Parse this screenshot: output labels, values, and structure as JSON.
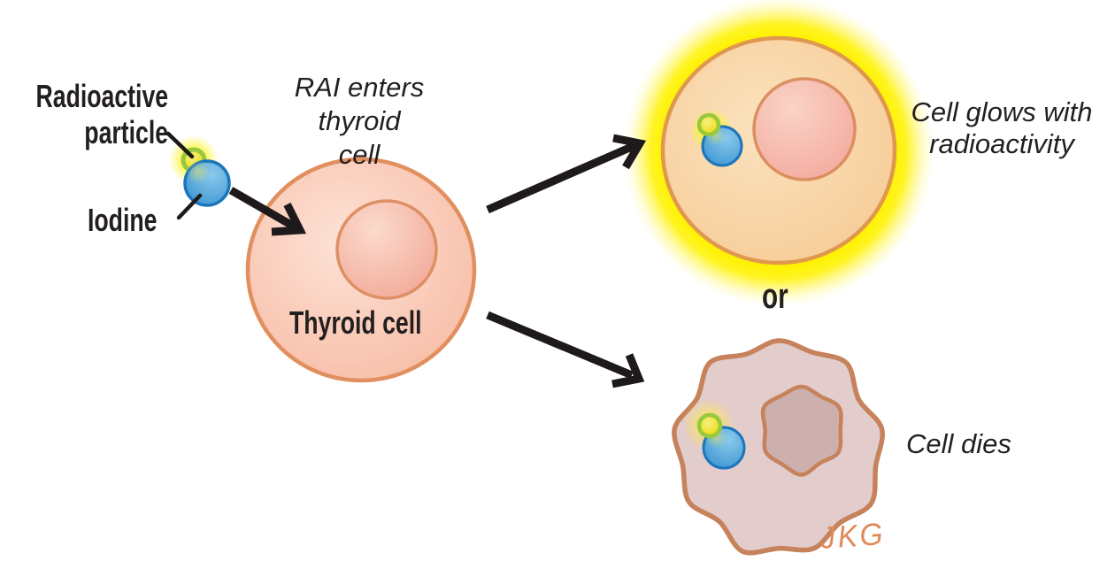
{
  "diagram": {
    "labels": {
      "radioactive_particle": "Radioactive\nparticle",
      "iodine": "Iodine",
      "rai_enters": "RAI enters\nthyroid cell",
      "thyroid_cell": "Thyroid cell",
      "or": "or",
      "cell_glows": "Cell glows with\nradioactivity",
      "cell_dies": "Cell dies",
      "signature": "JKG"
    },
    "colors": {
      "background": "#FFFFFF",
      "text": "#231F20",
      "arrow": "#1E1A1B",
      "thyroid_cell_fill": "#F8C0AB",
      "thyroid_cell_outline": "#E18F5E",
      "nucleus_fill": "#F4AE9D",
      "glowing_cell_fill": "#F6CD9B",
      "glowing_cell_outline": "#E0984F",
      "glow_yellow": "#FFF200",
      "dying_cell_fill": "#E3CCCC",
      "dying_cell_outline": "#C5825B",
      "dying_nucleus_fill": "#CDB0AD",
      "iodine_blue_fill": "#3E96D2",
      "iodine_blue_outline": "#1C75BB",
      "particle_yellow": "#F0E128",
      "particle_green_ring": "#97C83D",
      "signature_color": "#DF8A58"
    }
  }
}
